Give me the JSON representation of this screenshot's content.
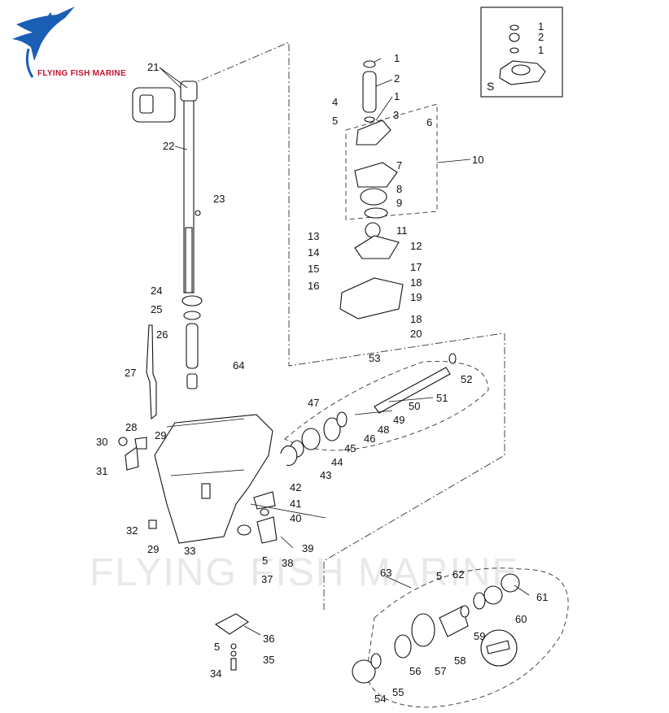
{
  "logo": {
    "brand_text": "FLYING FISH MARINE",
    "fish_color": "#1a5fb4",
    "text_color": "#c8102e"
  },
  "watermark": {
    "text": "FLYING FISH MARINE"
  },
  "inset": {
    "label": "S"
  },
  "labels": [
    {
      "id": "p1a",
      "text": "1"
    },
    {
      "id": "p2a",
      "text": "2"
    },
    {
      "id": "p1b",
      "text": "1"
    },
    {
      "id": "p1c",
      "text": "1"
    },
    {
      "id": "p2b",
      "text": "2"
    },
    {
      "id": "p1d",
      "text": "1"
    },
    {
      "id": "p3",
      "text": "3"
    },
    {
      "id": "p4",
      "text": "4"
    },
    {
      "id": "p5a",
      "text": "5"
    },
    {
      "id": "p6",
      "text": "6"
    },
    {
      "id": "p7",
      "text": "7"
    },
    {
      "id": "p8",
      "text": "8"
    },
    {
      "id": "p9",
      "text": "9"
    },
    {
      "id": "p10",
      "text": "10"
    },
    {
      "id": "p11",
      "text": "11"
    },
    {
      "id": "p12",
      "text": "12"
    },
    {
      "id": "p13",
      "text": "13"
    },
    {
      "id": "p14",
      "text": "14"
    },
    {
      "id": "p15",
      "text": "15"
    },
    {
      "id": "p16",
      "text": "16"
    },
    {
      "id": "p17",
      "text": "17"
    },
    {
      "id": "p18a",
      "text": "18"
    },
    {
      "id": "p19",
      "text": "19"
    },
    {
      "id": "p18b",
      "text": "18"
    },
    {
      "id": "p20",
      "text": "20"
    },
    {
      "id": "p21",
      "text": "21"
    },
    {
      "id": "p22",
      "text": "22"
    },
    {
      "id": "p23",
      "text": "23"
    },
    {
      "id": "p24",
      "text": "24"
    },
    {
      "id": "p25",
      "text": "25"
    },
    {
      "id": "p26",
      "text": "26"
    },
    {
      "id": "p27",
      "text": "27"
    },
    {
      "id": "p64",
      "text": "64"
    },
    {
      "id": "p28",
      "text": "28"
    },
    {
      "id": "p29a",
      "text": "29"
    },
    {
      "id": "p30",
      "text": "30"
    },
    {
      "id": "p31",
      "text": "31"
    },
    {
      "id": "p53",
      "text": "53"
    },
    {
      "id": "p52",
      "text": "52"
    },
    {
      "id": "p51",
      "text": "51"
    },
    {
      "id": "p50",
      "text": "50"
    },
    {
      "id": "p47",
      "text": "47"
    },
    {
      "id": "p49",
      "text": "49"
    },
    {
      "id": "p48",
      "text": "48"
    },
    {
      "id": "p46",
      "text": "46"
    },
    {
      "id": "p45",
      "text": "45"
    },
    {
      "id": "p44",
      "text": "44"
    },
    {
      "id": "p43",
      "text": "43"
    },
    {
      "id": "p42",
      "text": "42"
    },
    {
      "id": "p41",
      "text": "41"
    },
    {
      "id": "p40",
      "text": "40"
    },
    {
      "id": "p39",
      "text": "39"
    },
    {
      "id": "p38",
      "text": "38"
    },
    {
      "id": "p5b",
      "text": "5"
    },
    {
      "id": "p37",
      "text": "37"
    },
    {
      "id": "p32",
      "text": "32"
    },
    {
      "id": "p29b",
      "text": "29"
    },
    {
      "id": "p33",
      "text": "33"
    },
    {
      "id": "p36",
      "text": "36"
    },
    {
      "id": "p5c",
      "text": "5"
    },
    {
      "id": "p35",
      "text": "35"
    },
    {
      "id": "p34",
      "text": "34"
    },
    {
      "id": "p63",
      "text": "63"
    },
    {
      "id": "p5d",
      "text": "5"
    },
    {
      "id": "p62",
      "text": "62"
    },
    {
      "id": "p61",
      "text": "61"
    },
    {
      "id": "p60",
      "text": "60"
    },
    {
      "id": "p59",
      "text": "59"
    },
    {
      "id": "p58",
      "text": "58"
    },
    {
      "id": "p57",
      "text": "57"
    },
    {
      "id": "p56",
      "text": "56"
    },
    {
      "id": "p55",
      "text": "55"
    },
    {
      "id": "p54",
      "text": "54"
    }
  ]
}
